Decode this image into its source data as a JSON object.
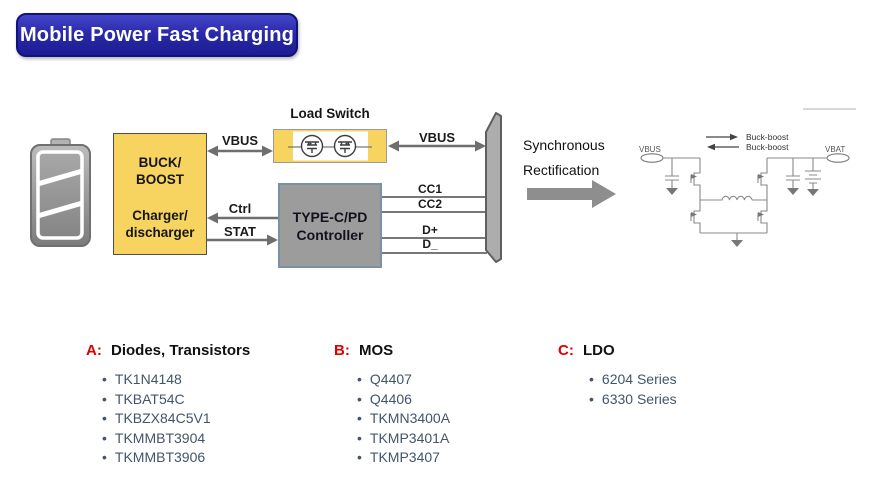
{
  "title": "Mobile Power Fast Charging",
  "diagram": {
    "buck_boost_block": {
      "line1": "BUCK/",
      "line2": "BOOST",
      "line3": "Charger/",
      "line4": "discharger"
    },
    "load_switch_label": "Load Switch",
    "controller_block": {
      "line1": "TYPE-C/PD",
      "line2": "Controller"
    },
    "signals": {
      "vbus_left": "VBUS",
      "ctrl": "Ctrl",
      "stat": "STAT",
      "vbus_right": "VBUS",
      "cc1": "CC1",
      "cc2": "CC2",
      "d_plus": "D+",
      "d_minus": "D_"
    },
    "sync_label": {
      "line1": "Synchronous",
      "line2": "Rectification"
    },
    "schematic": {
      "vbus": "VBUS",
      "vbat": "VBAT",
      "buck_boost_fwd": "Buck-boost",
      "buck_boost_rev": "Buck-boost"
    }
  },
  "icons": {
    "battery": "battery-icon",
    "mosfet_pair": "mosfet-pair-icon",
    "usb_connector": "usb-connector-shape",
    "big_arrow": "right-block-arrow-icon"
  },
  "colors": {
    "banner_blue": "#2B2BAD",
    "block_yellow": "#F6D45F",
    "block_gray": "#9C9C9C",
    "controller_border": "#7C90A6",
    "connector_gray": "#ADADAD",
    "arrow_gray": "#6E6E6E",
    "accent_red": "#DF0000",
    "item_text": "#44546A"
  },
  "lists": [
    {
      "prefix": "A:",
      "title": "Diodes, Transistors",
      "items": [
        "TK1N4148",
        "TKBAT54C",
        "TKBZX84C5V1",
        "TKMMBT3904",
        "TKMMBT3906"
      ]
    },
    {
      "prefix": "B:",
      "title": "MOS",
      "items": [
        "Q4407",
        "Q4406",
        "TKMN3400A",
        "TKMP3401A",
        "TKMP3407"
      ]
    },
    {
      "prefix": "C:",
      "title": "LDO",
      "items": [
        "6204 Series",
        "6330 Series"
      ]
    }
  ]
}
